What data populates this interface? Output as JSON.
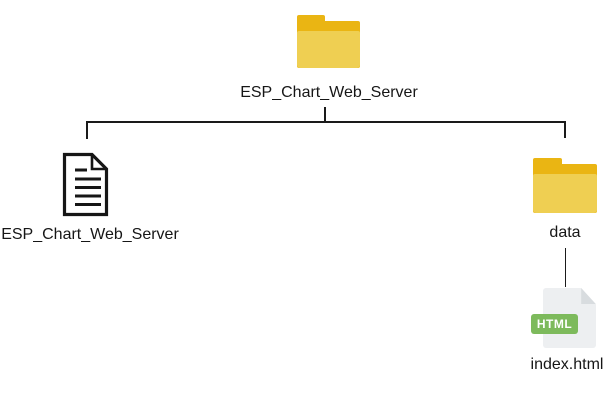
{
  "nodes": {
    "root": {
      "label": "ESP_Chart_Web_Server",
      "type": "folder"
    },
    "sketch": {
      "label": "ESP_Chart_Web_Server",
      "type": "document"
    },
    "data": {
      "label": "data",
      "type": "folder"
    },
    "index": {
      "label": "index.html",
      "type": "html-file",
      "badge": "HTML"
    }
  },
  "colors": {
    "folder-dark": "#eab513",
    "folder-light": "#efcf52",
    "page-gray": "#edeff1",
    "fold-gray": "#d8dcdf",
    "html-green": "#7dba5c",
    "line": "#1a1a1a",
    "text": "#161616"
  }
}
